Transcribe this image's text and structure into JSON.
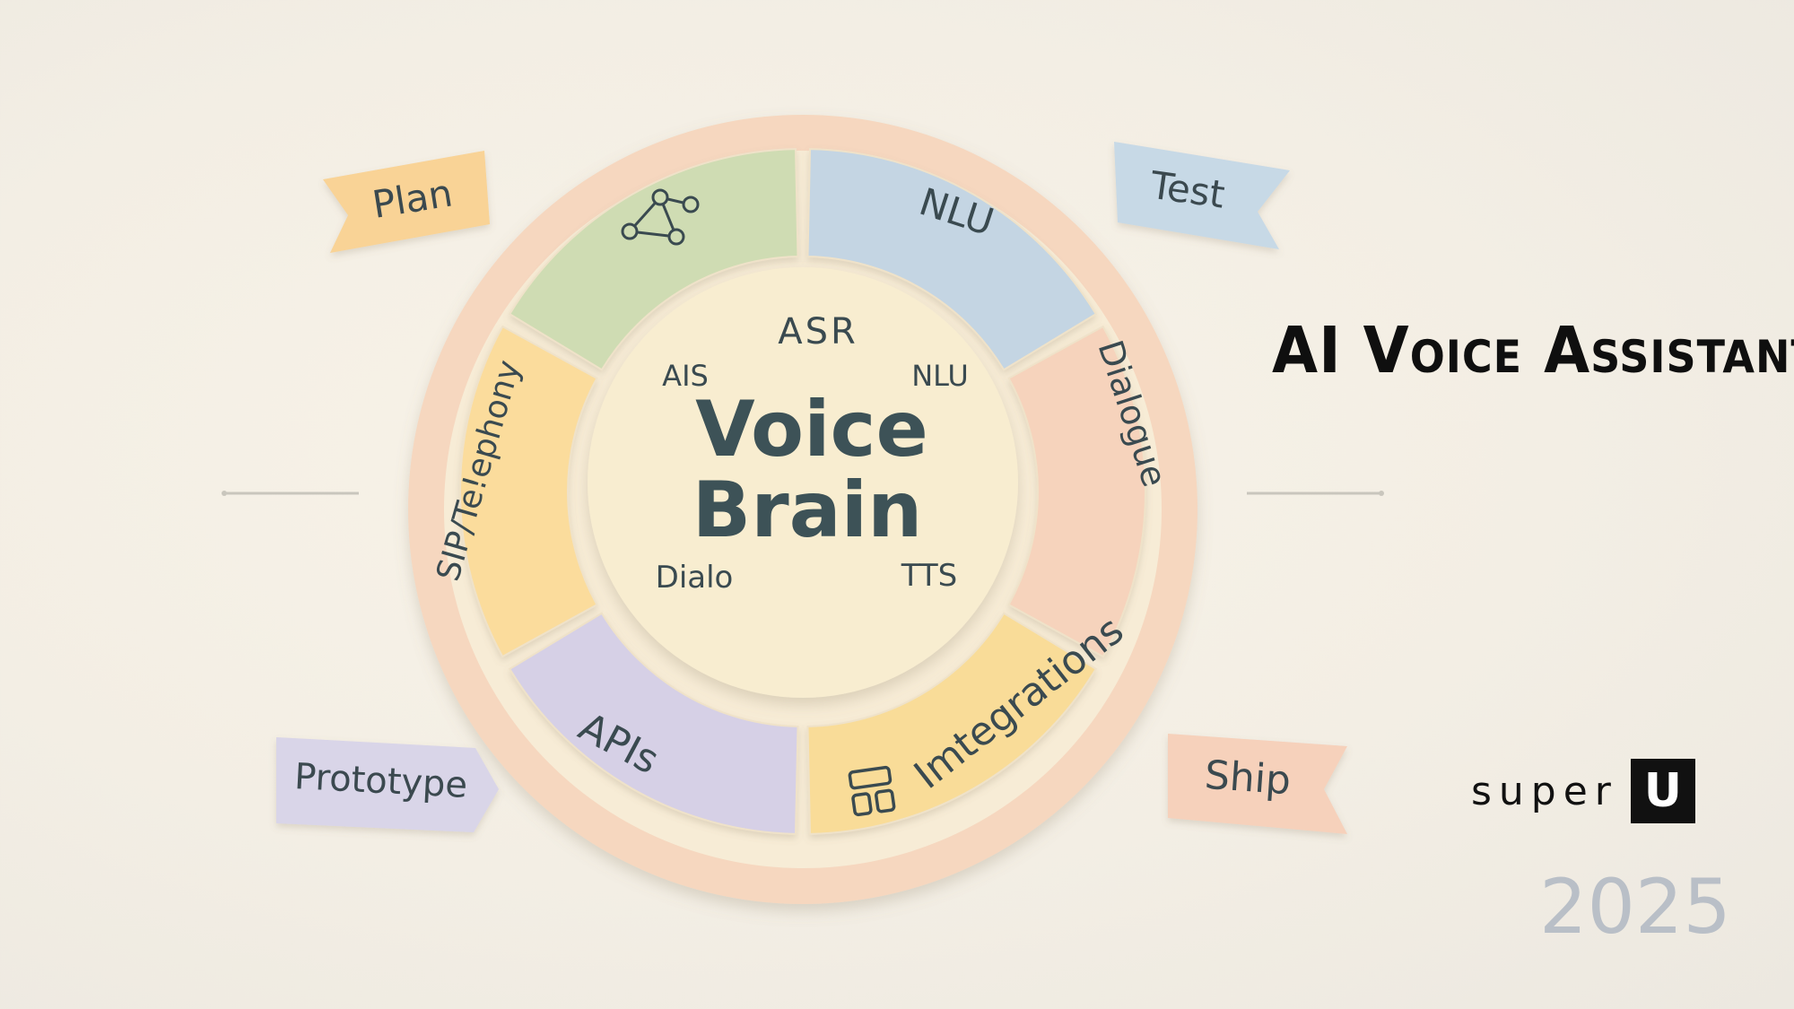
{
  "center": {
    "line1": "Voice",
    "line2": "Brain",
    "keywords": [
      "ASR",
      "AIS",
      "NLU",
      "Dialo",
      "TTS"
    ]
  },
  "segments": [
    {
      "label": "",
      "icon": "network-nodes-icon",
      "color": "#cfdcb3"
    },
    {
      "label": "NLU",
      "icon": "",
      "color": "#c4d5e3"
    },
    {
      "label": "Dialogue",
      "icon": "",
      "color": "#f6d3bc"
    },
    {
      "label": "Imtegrations",
      "icon": "layout-blocks-icon",
      "color": "#f9dc98"
    },
    {
      "label": "APIs",
      "icon": "",
      "color": "#d6d0e6"
    },
    {
      "label": "SIP/Te!ephony",
      "icon": "",
      "color": "#fbdc9c"
    }
  ],
  "flags": [
    {
      "label": "Plan",
      "color": "#f9d396"
    },
    {
      "label": "Test",
      "color": "#c7d9e6"
    },
    {
      "label": "Prototype",
      "color": "#d9d5e8"
    },
    {
      "label": "Ship",
      "color": "#f6d1bb"
    }
  ],
  "title": "AI Voice Assistant",
  "logo": {
    "text": "super",
    "box": "U"
  },
  "year": "2025",
  "colors": {
    "outer_ring": "#f6d7bf",
    "center": "#f8edd0",
    "text": "#3a4a50"
  }
}
